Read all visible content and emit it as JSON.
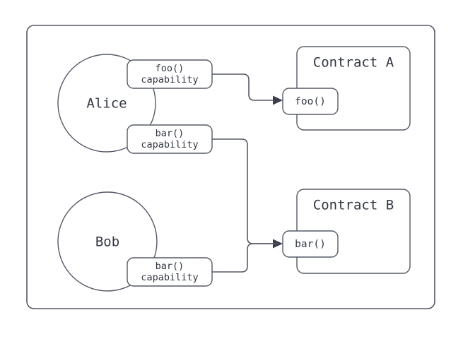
{
  "diagram": {
    "title_text": "",
    "colors": {
      "stroke": "#555a66",
      "text": "#323741",
      "fill": "#ffffff",
      "arrow": "#3a3f4b"
    },
    "frame": {
      "name": "outer-frame"
    },
    "actors": [
      {
        "id": "alice",
        "label": "Alice",
        "capabilities": [
          {
            "id": "alice-foo-cap",
            "line1": "foo()",
            "line2": "capability"
          },
          {
            "id": "alice-bar-cap",
            "line1": "bar()",
            "line2": "capability"
          }
        ]
      },
      {
        "id": "bob",
        "label": "Bob",
        "capabilities": [
          {
            "id": "bob-bar-cap",
            "line1": "bar()",
            "line2": "capability"
          }
        ]
      }
    ],
    "contracts": [
      {
        "id": "contract-a",
        "label": "Contract A",
        "method": "foo()"
      },
      {
        "id": "contract-b",
        "label": "Contract B",
        "method": "bar()"
      }
    ],
    "edges": [
      {
        "id": "edge-alice-foo",
        "from": "alice-foo-cap",
        "to": "contract-a-foo",
        "arrow": true
      },
      {
        "id": "edge-alice-bar",
        "from": "alice-bar-cap",
        "to": "contract-b-bar",
        "arrow": true
      },
      {
        "id": "edge-bob-bar",
        "from": "bob-bar-cap",
        "to": "contract-b-bar",
        "arrow": true
      }
    ]
  }
}
